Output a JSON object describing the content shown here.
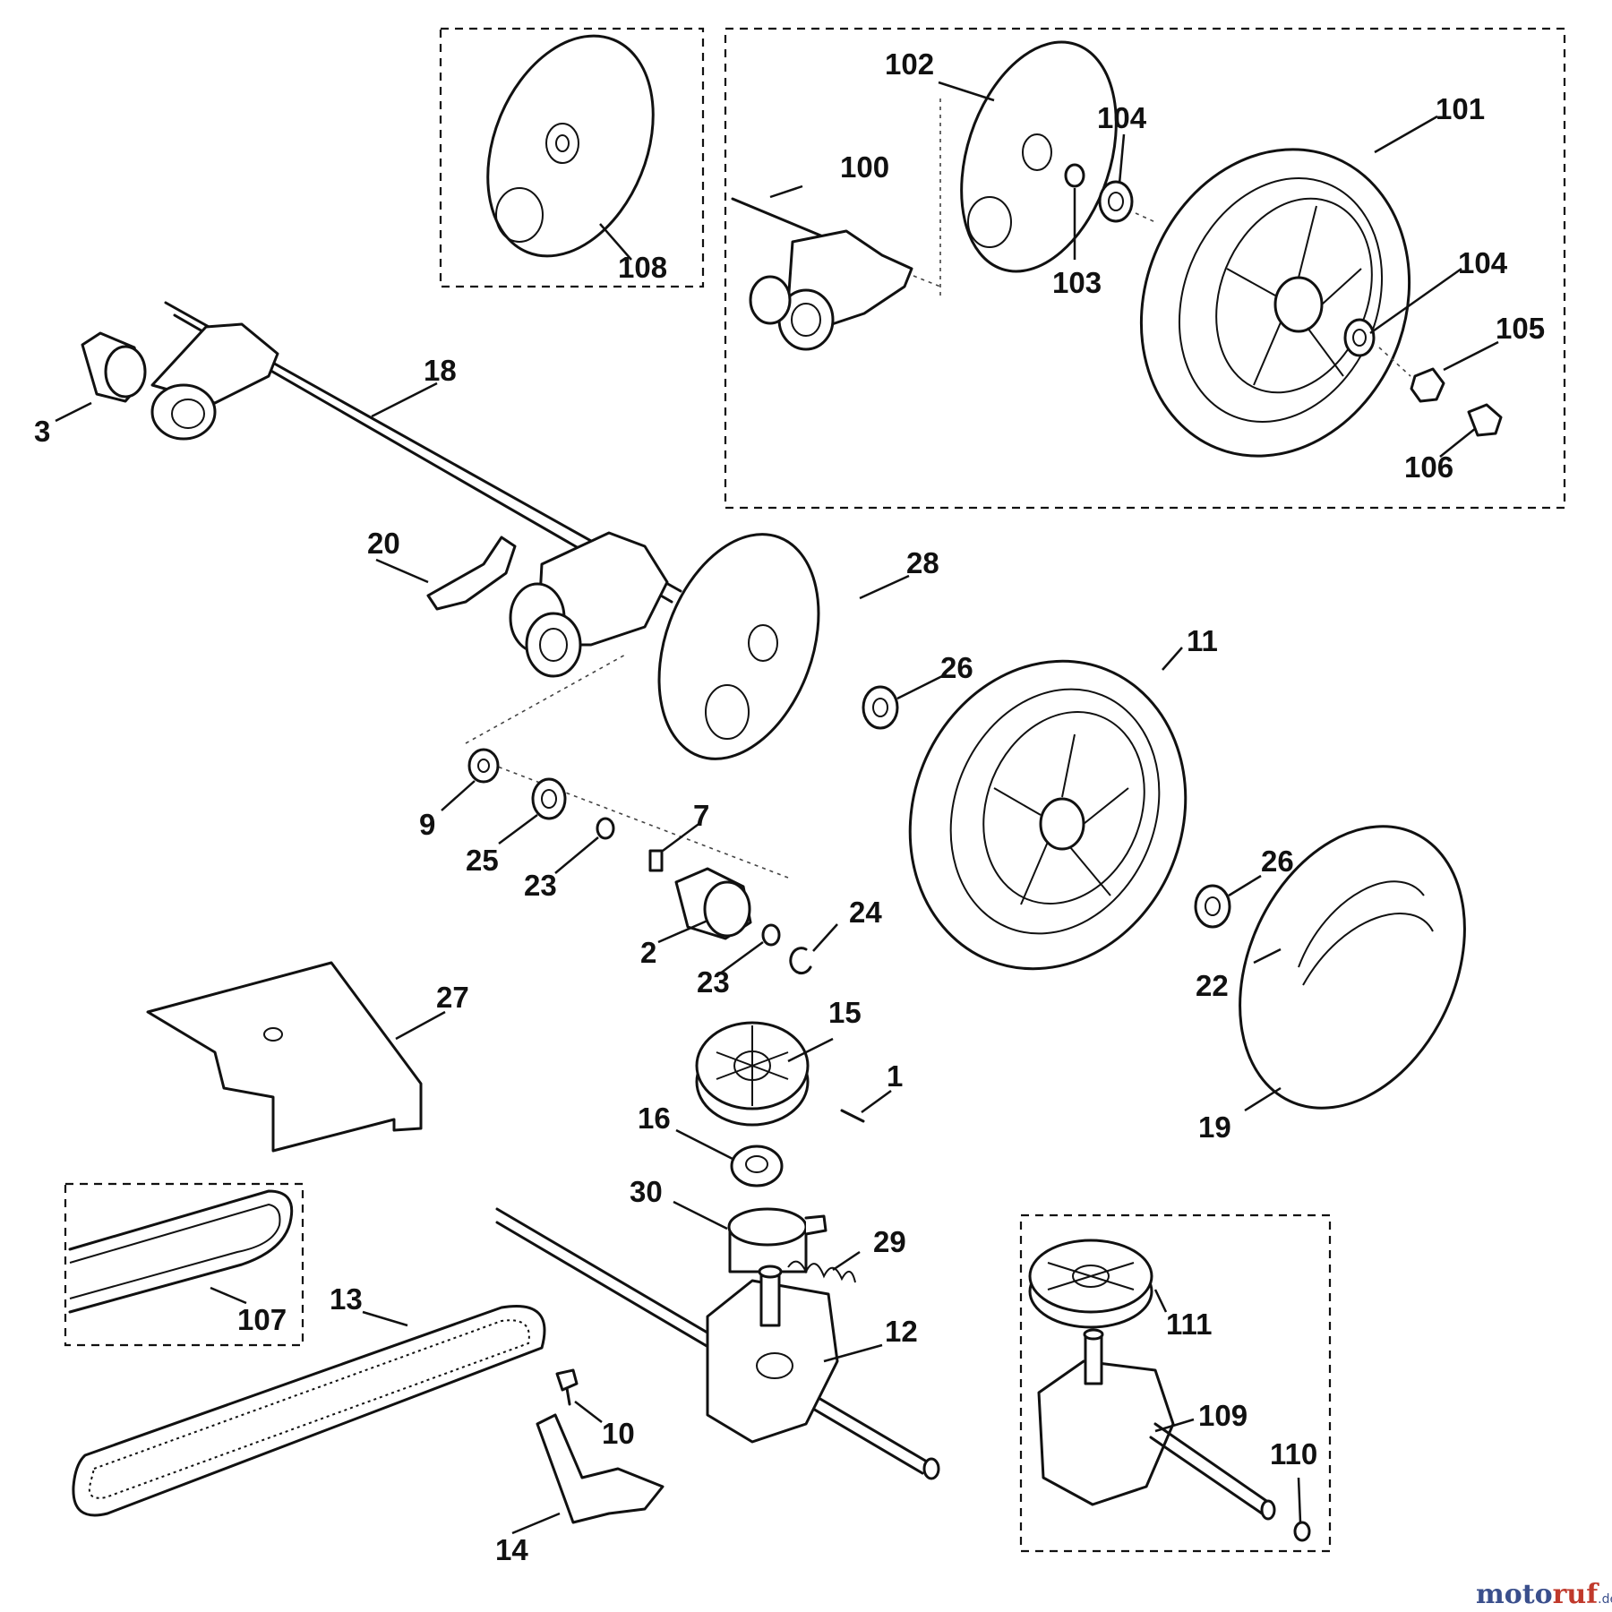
{
  "diagram": {
    "callouts": {
      "p1": "1",
      "p2": "2",
      "p3": "3",
      "p7": "7",
      "p9": "9",
      "p10": "10",
      "p11": "11",
      "p12": "12",
      "p13": "13",
      "p14": "14",
      "p15": "15",
      "p16": "16",
      "p18": "18",
      "p19": "19",
      "p20": "20",
      "p22": "22",
      "p23a": "23",
      "p23b": "23",
      "p24": "24",
      "p25": "25",
      "p26a": "26",
      "p26b": "26",
      "p27": "27",
      "p28": "28",
      "p29": "29",
      "p30": "30",
      "p100": "100",
      "p101": "101",
      "p102": "102",
      "p103": "103",
      "p104a": "104",
      "p104b": "104",
      "p105": "105",
      "p106": "106",
      "p107": "107",
      "p108": "108",
      "p109": "109",
      "p110": "110",
      "p111": "111"
    },
    "watermark": {
      "brand_main": "moto",
      "brand_accent": "ruf",
      "brand_suffix": ".de"
    }
  }
}
